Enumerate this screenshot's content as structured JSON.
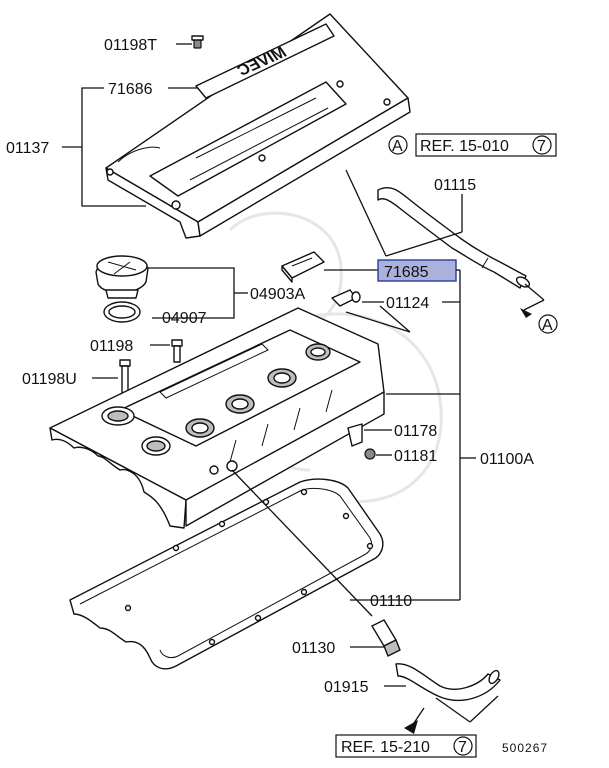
{
  "diagram": {
    "part_numbers": {
      "p01198T": "01198T",
      "p71686": "71686",
      "p01137": "01137",
      "p01115": "01115",
      "p71685": "71685",
      "p04903A": "04903A",
      "p01124": "01124",
      "p04907": "04907",
      "p01198": "01198",
      "p01198U": "01198U",
      "p01178": "01178",
      "p01181": "01181",
      "p01100A": "01100A",
      "p01110": "01110",
      "p01130": "01130",
      "p01915": "01915"
    },
    "refs": {
      "top_ref_text": "REF. 15-010",
      "top_ref_num": "7",
      "bottom_ref_text": "REF. 15-210",
      "bottom_ref_num": "7",
      "marker_A_1": "A",
      "marker_A_2": "A"
    },
    "cover_lettering": "MIVEC",
    "diagram_code": "500267",
    "highlight_color": "#aab1dd"
  }
}
